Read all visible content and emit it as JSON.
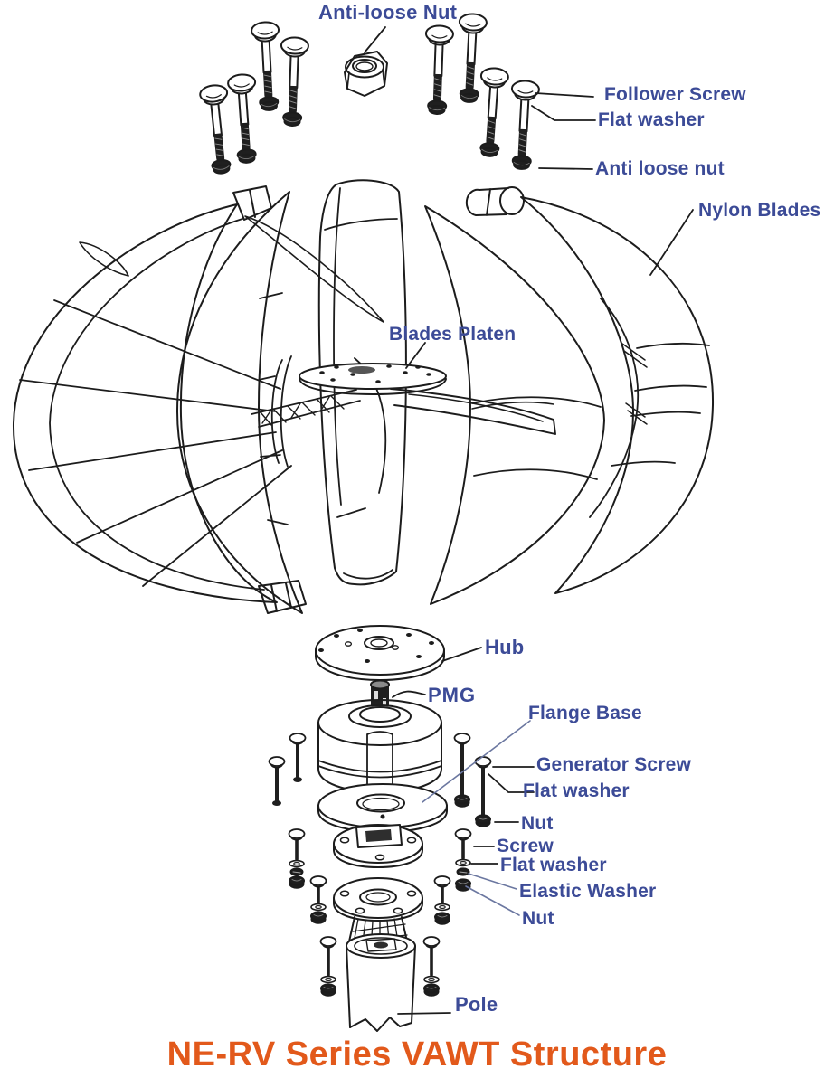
{
  "title": {
    "text": "NE-RV Series VAWT Structure"
  },
  "colors": {
    "label": "#3c4b97",
    "title": "#e2591b",
    "line": "#1c1c1c",
    "leader_alt": "#6b77a0",
    "background": "#ffffff"
  },
  "labels": {
    "anti_loose_nut_top": "Anti-loose Nut",
    "follower_screw": "Follower Screw",
    "flat_washer_top": "Flat washer",
    "anti_loose_nut_right": "Anti loose nut",
    "nylon_blades": "Nylon Blades",
    "blades_platen": "Blades Platen",
    "hub": "Hub",
    "pmg": "PMG",
    "flange_base": "Flange Base",
    "generator_screw": "Generator Screw",
    "flat_washer_generator": "Flat washer",
    "nut_generator": "Nut",
    "screw_flange": "Screw",
    "flat_washer_flange": "Flat washer",
    "elastic_washer": "Elastic Washer",
    "nut_flange": "Nut",
    "pole": "Pole"
  },
  "parts": [
    "top-bolts",
    "anti-loose-nut",
    "nylon-blades",
    "blades-platen",
    "hub",
    "pmg-shaft",
    "generator",
    "flange-base",
    "upper-flange",
    "lower-flange",
    "mount-cone",
    "pole",
    "screws-washers-nuts"
  ]
}
